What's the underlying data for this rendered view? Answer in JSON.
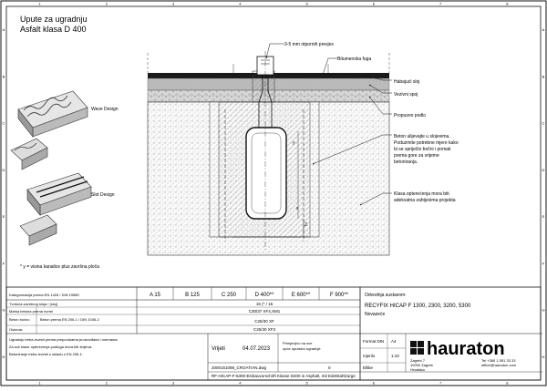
{
  "title": {
    "line1": "Upute za ugradnju",
    "line2": "Asfalt klasa D 400"
  },
  "grid": {
    "columns": [
      "1",
      "2",
      "3",
      "4",
      "5",
      "6",
      "7",
      "8"
    ],
    "rows": [
      "A",
      "B",
      "C",
      "D",
      "E",
      "F",
      "G",
      "H"
    ]
  },
  "product_views": {
    "wave": "Wave Design",
    "slot": "Slot Design"
  },
  "annotations": {
    "expansion_gap": "3-5 mm otpornih prevjes",
    "bitumen_joint": "Bitumenska fuga",
    "surface_layer": "Habajući sloj",
    "binder_course": "Vezivni spoj",
    "base_course": "Propusno podlo",
    "concrete": [
      "Beton ulijevajte u slojevima.",
      "Poduzmite potrebne mjere kako",
      "bi se spriječio bočni i pomak",
      "prema gore za vrijeme",
      "betoniranja."
    ],
    "load_class": [
      "Klasa opterećenja mora biti",
      "adekvatna zahtjevima projekta"
    ],
    "dims": {
      "y": "y",
      "x": "x",
      "z": "Z"
    }
  },
  "footnote": "* y = visina kanalice plus završna ploča",
  "table": {
    "row_header": "Kategorizacija prema EN 1433 / DIN 19580",
    "classes": [
      "A 15",
      "B 125",
      "C 250",
      "D 400**",
      "E 600**",
      "F 900**"
    ],
    "rows": [
      {
        "label": "Tvrdoća završnog sloja / (sloj)",
        "value": "15 (* / 15"
      },
      {
        "label": "Marka betona prema normi",
        "desc": "",
        "value": "C30/37 XF4,XM1"
      },
      {
        "label": "Beton bočno",
        "desc": "Beton prema EN 206-1 / DIN 1045-2",
        "value": "C25/30 XF"
      },
      {
        "label": "Oslonac",
        "desc": "",
        "value": "C25/30 XF3"
      }
    ],
    "notes": [
      "Ugradnju treba izvesti prema preporukama proizvođača i normama.",
      "Za sve klase opterećenja podloga mora biti zbijena.",
      "Betoniranje treba izvesti u skladu s EN 206-1."
    ]
  },
  "order_info": {
    "heading": "Odvodnja sustavom:",
    "products": "RECYFIX HICAP F 1300, 2300, 3200, 5300",
    "variant": "Nevazeće"
  },
  "meta": {
    "drawn_label": "Vrijeti",
    "date": "04.07.2023",
    "remarks_label": "Primjenjivo na sve",
    "remarks_value": "opće uputstvo ugradnje",
    "file": "2000151098_CROATIAN.dwg",
    "revision": "0",
    "format_label": "Format DIN",
    "format": "A4",
    "scale_label": "mjerilo",
    "scale": "1:10",
    "sheet_label": "Ellibe",
    "doc_title": "RF-HICAP-F-5300-Einbauvorschrift Klasse D400 in Asphalt, mit Edelstahlzarge"
  },
  "company": {
    "brand": "hauraton",
    "address": [
      "Zagreb 7",
      "10000 Zagreb",
      "Hrvatska"
    ],
    "phone": "Tel +385 1 551 33 33",
    "email": "office@hauraton.com"
  },
  "colors": {
    "ink": "#111111",
    "line": "#555555",
    "asphalt": "#1a1a1a"
  }
}
